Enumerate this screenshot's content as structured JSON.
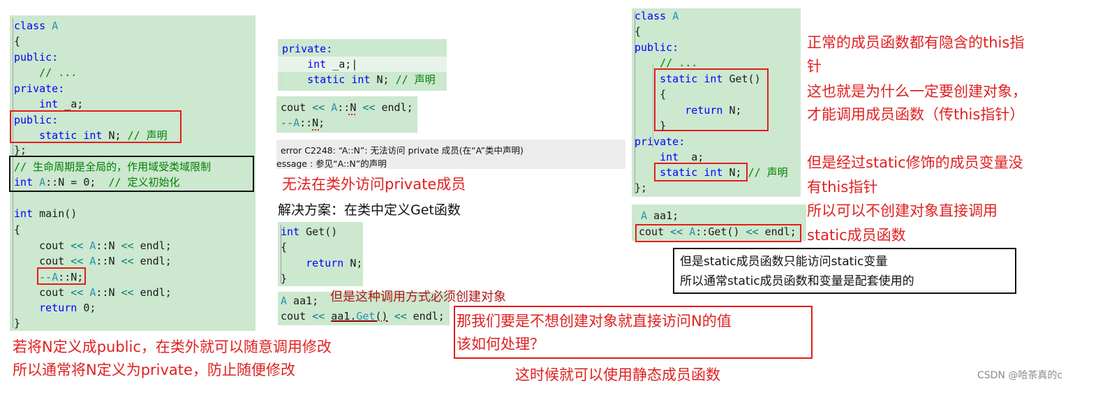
{
  "panel1": {
    "lines": [
      "class A",
      "{",
      "public:",
      "    // ...",
      "private:",
      "    int _a;",
      "public:",
      "    static int N; // 声明",
      "};",
      "// 生命周期是全局的，作用域受类域限制",
      "int A::N = 0;  // 定义初始化",
      "",
      "int main()",
      "{",
      "    cout << A::N << endl;",
      "    cout << A::N << endl;",
      "    --A::N;",
      "    cout << A::N << endl;",
      "    return 0;",
      "}"
    ]
  },
  "panel2": {
    "lines": [
      "private:",
      "    int _a;",
      "    static int N; // 声明"
    ]
  },
  "panel3": {
    "lines": [
      "cout << A::N << endl;",
      "--A::N;"
    ]
  },
  "error": {
    "line1": " error C2248: “A::N”: 无法访问 private 成员(在“A”类中声明)",
    "line2": "essage : 参见“A::N”的声明"
  },
  "panel4": {
    "lines": [
      "int Get()",
      "{",
      "    return N;",
      "}"
    ]
  },
  "panel5": {
    "lines": [
      "A aa1;",
      "cout << aa1.Get() << endl;"
    ]
  },
  "panel6": {
    "lines": [
      "class A",
      "{",
      "public:",
      "    // ...",
      "    static int Get()",
      "    {",
      "        return N;",
      "    }",
      "private:",
      "    int _a;",
      "    static int N; // 声明",
      "};"
    ]
  },
  "panel7": {
    "lines": [
      " A aa1;",
      "cout << A::Get() << endl;"
    ]
  },
  "notes": {
    "public_modify_1": "若将N定义成public，在类外就可以随意调用修改",
    "public_modify_2": "所以通常将N定义为private，防止随便修改",
    "no_access": "无法在类外访问private成员",
    "solution": "解决方案：在类中定义Get函数",
    "must_create": "但是这种调用方式必须创建对象",
    "question_1": "那我们要是不想创建对象就直接访问N的值",
    "question_2": "该如何处理？",
    "use_static": "这时候就可以使用静态成员函数",
    "this_1": "正常的成员函数都有隐含的this指",
    "this_2": "针",
    "this_3": "这也就是为什么一定要创建对象，",
    "this_4": "才能调用成员函数（传this指针）",
    "static_1": "但是经过static修饰的成员变量没",
    "static_2": "有this指针",
    "static_3": "所以可以不创建对象直接调用",
    "static_4": "static成员函数",
    "only_static_1": "但是static成员函数只能访问static变量",
    "only_static_2": "所以通常static成员函数和变量是配套使用的",
    "watermark": "CSDN @哈茶真的c"
  },
  "colors": {
    "code_bg": "#cce8cf",
    "annotation_red": "#e02020",
    "keyword_blue": "#0000ff",
    "type_teal": "#2b91af",
    "comment_green": "#008000"
  }
}
